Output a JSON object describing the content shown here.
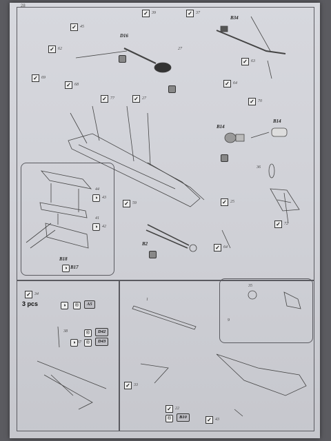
{
  "page": {
    "page_number": "28",
    "quantity_note": "3 pcs"
  },
  "parts": {
    "D16": "D16",
    "B34": "B34",
    "B14_a": "B14",
    "B14_b": "B14",
    "B2": "B2",
    "B18": "B18",
    "B17": "B17",
    "A5": "A5",
    "D42": "D42",
    "D43": "D43",
    "B10": "B10"
  },
  "steps": {
    "s45": "45",
    "s39": "39",
    "s37": "37",
    "s27": "27",
    "s62": "62",
    "s63": "63",
    "s64": "64",
    "s70": "70",
    "s69": "69",
    "s68": "68",
    "s77": "77",
    "s27b": "27",
    "s36": "36",
    "s72": "72",
    "s44": "44",
    "s43": "43",
    "s41": "41",
    "s42": "42",
    "s59": "59",
    "s25": "25",
    "s64b": "64",
    "s34": "34",
    "s38": "38",
    "s37b": "37",
    "s1": "1",
    "s35": "35",
    "s9": "9",
    "s33": "33",
    "s22": "22",
    "s43b": "43"
  },
  "icons": {
    "check": "check-icon",
    "paint": "paint-icon",
    "glue": "glue-icon"
  }
}
